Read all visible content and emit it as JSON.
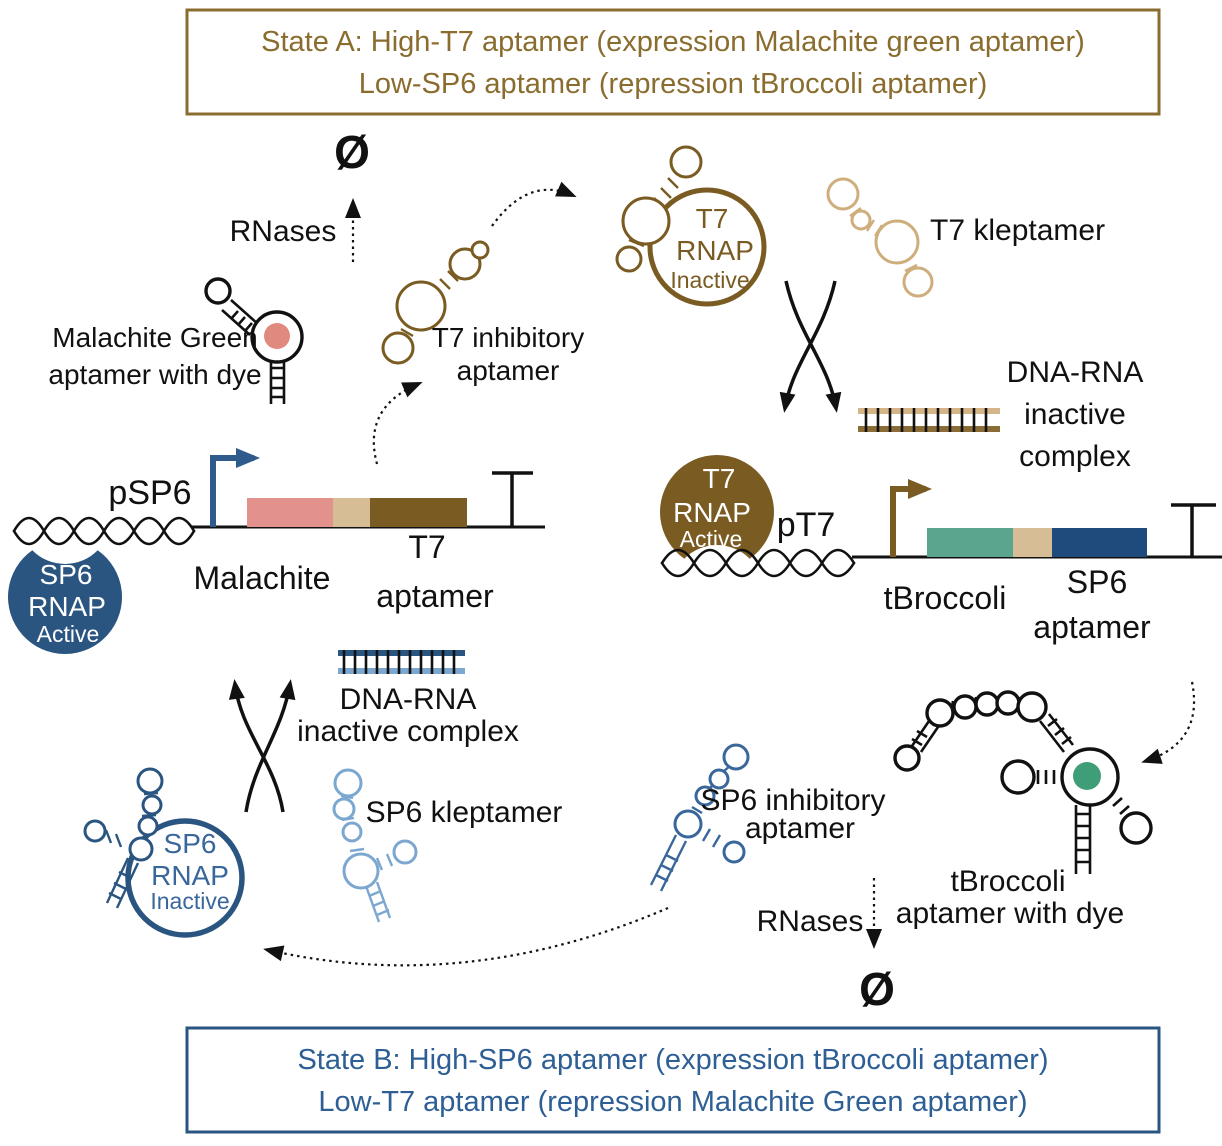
{
  "state_a": {
    "line1": "State A: High-T7 aptamer (expression Malachite green aptamer)",
    "line2": "Low-SP6 aptamer (repression tBroccoli aptamer)"
  },
  "state_b": {
    "line1": "State B: High-SP6 aptamer (expression tBroccoli aptamer)",
    "line2": "Low-T7 aptamer (repression Malachite Green aptamer)"
  },
  "top_left": {
    "empty_set": "Ø",
    "rnases": "RNases",
    "malachite_label1": "Malachite Green",
    "malachite_label2": "aptamer with dye",
    "t7_inhibitory1": "T7 inhibitory",
    "t7_inhibitory2": "aptamer"
  },
  "t7_rnap_inactive": {
    "l1": "T7",
    "l2": "RNAP",
    "l3": "Inactive"
  },
  "t7_kleptamer_label": "T7 kleptamer",
  "dna_rna_top": {
    "l1": "DNA-RNA",
    "l2": "inactive",
    "l3": "complex"
  },
  "sp6_gene": {
    "promoter": "pSP6",
    "malachite": "Malachite",
    "t7": "T7",
    "aptamer": "aptamer"
  },
  "sp6_rnap_active": {
    "l1": "SP6",
    "l2": "RNAP",
    "l3": "Active"
  },
  "t7_gene": {
    "promoter": "pT7",
    "tbroccoli": "tBroccoli",
    "sp6": "SP6",
    "aptamer": "aptamer"
  },
  "t7_rnap_active": {
    "l1": "T7",
    "l2": "RNAP",
    "l3": "Active"
  },
  "dna_rna_bottom": {
    "l1": "DNA-RNA",
    "l2": "inactive complex"
  },
  "sp6_kleptamer_label": "SP6 kleptamer",
  "sp6_rnap_inactive": {
    "l1": "SP6",
    "l2": "RNAP",
    "l3": "Inactive"
  },
  "bottom_right": {
    "sp6_inhibitory1": "SP6 inhibitory",
    "sp6_inhibitory2": "aptamer",
    "tbroccoli1": "tBroccoli",
    "tbroccoli2": "aptamer with dye",
    "rnases": "RNases",
    "empty_set": "Ø"
  },
  "colors": {
    "t7_brown": "#7a5b22",
    "t7_light_tan": "#cfae7d",
    "state_a_brown": "#8a6d2e",
    "sp6_blue": "#2b5581",
    "sp6_light_blue": "#7ba7d0",
    "steel_blue": "#3a679b",
    "promoter_blue": "#2e5a8c",
    "segment_pink": "#e2918c",
    "segment_tan": "#d6bd96",
    "segment_brown": "#7a5b22",
    "segment_teal": "#5ba58e",
    "segment_navy": "#1f4a7c",
    "malachite_dye": "#e0897e",
    "broccoli_dye": "#3f9e77",
    "dna_tan_light": "#d4b588",
    "dna_tan_dark": "#8a6d35"
  }
}
